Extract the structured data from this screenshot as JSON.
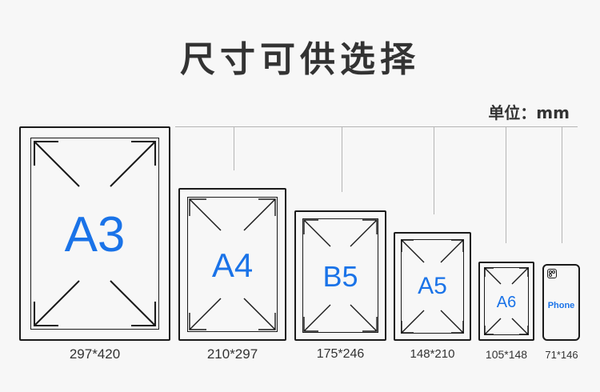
{
  "title": "尺寸可供选择",
  "unit_label": "单位：mm",
  "sizes": [
    {
      "name": "A3",
      "dimensions": "297*420"
    },
    {
      "name": "A4",
      "dimensions": "210*297"
    },
    {
      "name": "B5",
      "dimensions": "175*246"
    },
    {
      "name": "A5",
      "dimensions": "148*210"
    },
    {
      "name": "A6",
      "dimensions": "105*148"
    },
    {
      "name": "Phone",
      "dimensions": "71*146"
    }
  ],
  "colors": {
    "label_blue": "#1a73e8",
    "outline": "#1a1a1a",
    "text": "#333333",
    "background": "#f7f7f7"
  }
}
